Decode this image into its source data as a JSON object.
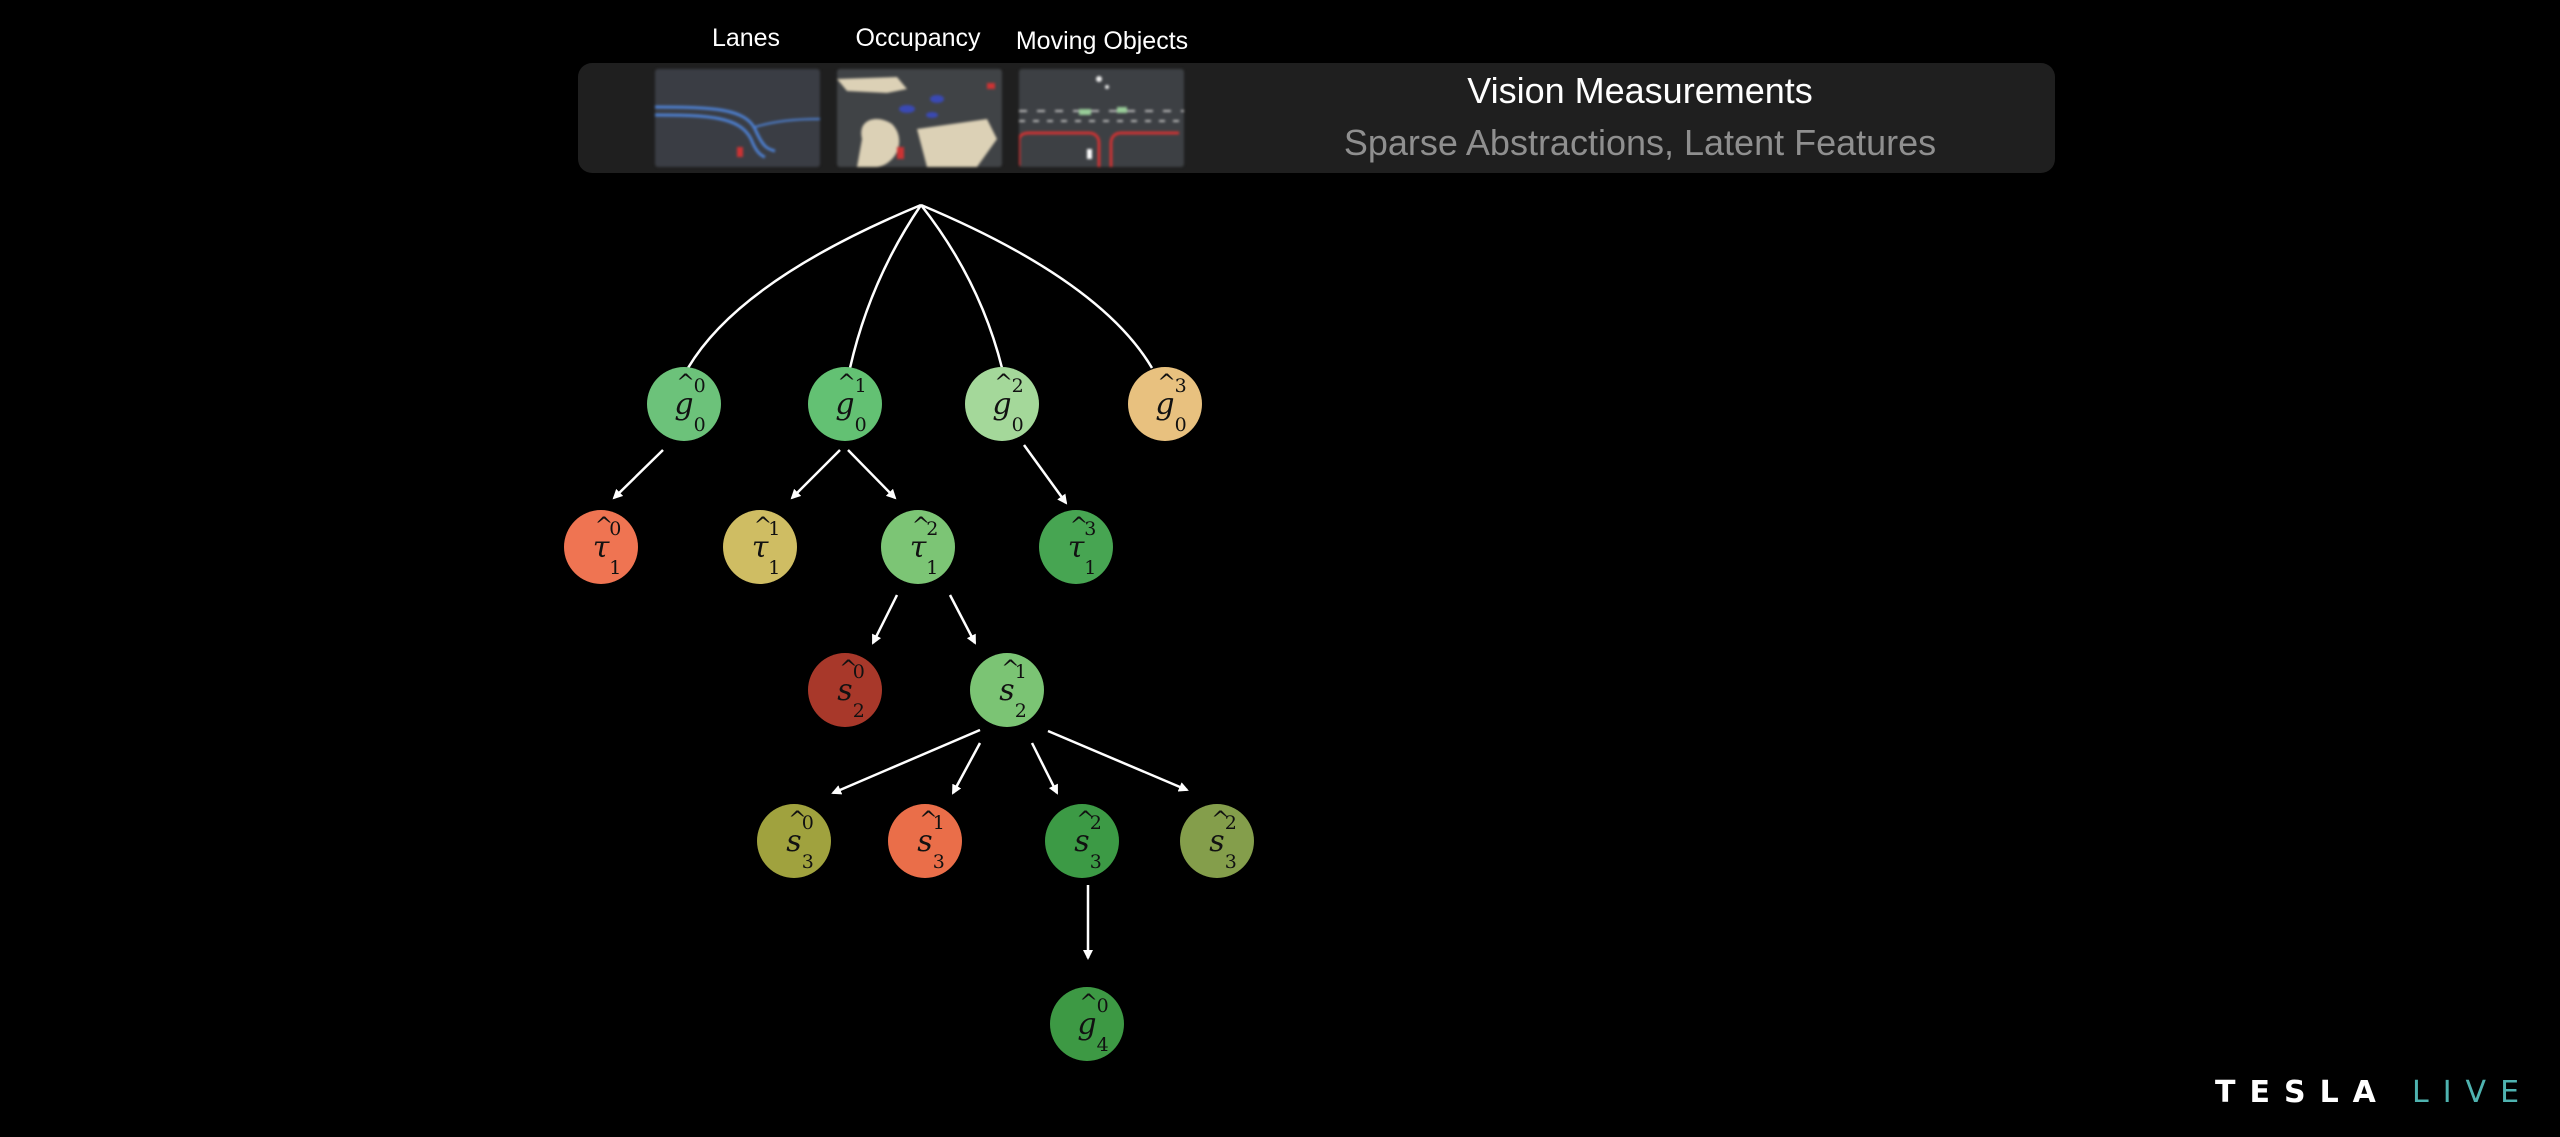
{
  "header": {
    "labels": [
      "Lanes",
      "Occupancy",
      "Moving Objects"
    ],
    "title": "Vision Measurements",
    "subtitle": "Sparse Abstractions, Latent Features"
  },
  "tree": {
    "root_label": "",
    "nodes": [
      {
        "id": "g00",
        "sym": "g",
        "sup": "0",
        "sub": "0",
        "color": "#6cc27a"
      },
      {
        "id": "g01",
        "sym": "g",
        "sup": "1",
        "sub": "0",
        "color": "#63c173"
      },
      {
        "id": "g02",
        "sym": "g",
        "sup": "2",
        "sub": "0",
        "color": "#a4d89a"
      },
      {
        "id": "g03",
        "sym": "g",
        "sup": "3",
        "sub": "0",
        "color": "#e8c17f"
      },
      {
        "id": "t10",
        "sym": "τ",
        "sup": "0",
        "sub": "1",
        "color": "#ef7452"
      },
      {
        "id": "t11",
        "sym": "τ",
        "sup": "1",
        "sub": "1",
        "color": "#cfbd63"
      },
      {
        "id": "t12",
        "sym": "τ",
        "sup": "2",
        "sub": "1",
        "color": "#7cc575"
      },
      {
        "id": "t13",
        "sym": "τ",
        "sup": "3",
        "sub": "1",
        "color": "#47a552"
      },
      {
        "id": "s20",
        "sym": "s",
        "sup": "0",
        "sub": "2",
        "color": "#a8382a"
      },
      {
        "id": "s21",
        "sym": "s",
        "sup": "1",
        "sub": "2",
        "color": "#7bc474"
      },
      {
        "id": "s30",
        "sym": "s",
        "sup": "0",
        "sub": "3",
        "color": "#a0a23e"
      },
      {
        "id": "s31",
        "sym": "s",
        "sup": "1",
        "sub": "3",
        "color": "#ea6e49"
      },
      {
        "id": "s32",
        "sym": "s",
        "sup": "2",
        "sub": "3",
        "color": "#3c9a45"
      },
      {
        "id": "s33",
        "sym": "s",
        "sup": "2",
        "sub": "3",
        "color": "#849e4b"
      },
      {
        "id": "g40",
        "sym": "g",
        "sup": "0",
        "sub": "4",
        "color": "#3d9944"
      }
    ]
  },
  "brand": {
    "tesla": "TESLA",
    "live": "LIVE",
    "live_color": "#4fb3b0"
  }
}
